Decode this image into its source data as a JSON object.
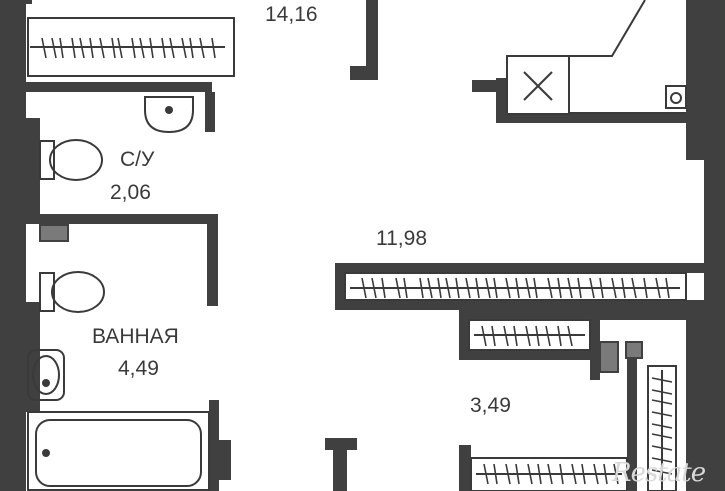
{
  "rooms": [
    {
      "id": "top-room",
      "area": "14,16"
    },
    {
      "id": "wc",
      "name": "С/У",
      "area": "2,06"
    },
    {
      "id": "hall",
      "area": "11,98"
    },
    {
      "id": "bathroom",
      "name": "ВАННАЯ",
      "area": "4,49"
    },
    {
      "id": "closet",
      "area": "3,49"
    }
  ],
  "watermark": "Restate",
  "colors": {
    "wall": "#404040",
    "fixture": "#3a3a3a",
    "shaft": "#7a7a7a",
    "background": "#ffffff"
  }
}
